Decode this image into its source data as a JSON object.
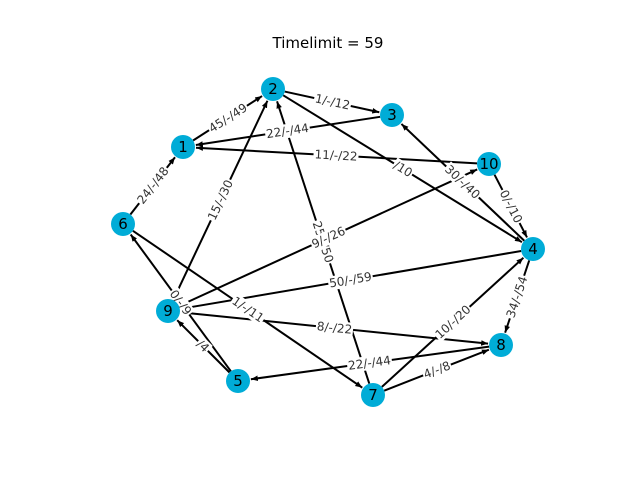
{
  "title": "Timelimit = 59",
  "colors": {
    "node_fill": "#00acd7",
    "edge": "#000000",
    "label_bg": "#ffffff",
    "label_text": "#333333"
  },
  "graph": {
    "nodes": [
      {
        "id": "1",
        "label": "1"
      },
      {
        "id": "2",
        "label": "2"
      },
      {
        "id": "3",
        "label": "3"
      },
      {
        "id": "4",
        "label": "4"
      },
      {
        "id": "5",
        "label": "5"
      },
      {
        "id": "6",
        "label": "6"
      },
      {
        "id": "7",
        "label": "7"
      },
      {
        "id": "8",
        "label": "8"
      },
      {
        "id": "9",
        "label": "9"
      },
      {
        "id": "10",
        "label": "10"
      }
    ],
    "edges": [
      {
        "from": "2",
        "to": "3",
        "label": "1/-/12"
      },
      {
        "from": "3",
        "to": "1",
        "label": "22/-/44"
      },
      {
        "from": "1",
        "to": "2",
        "label": "45/-/49"
      },
      {
        "from": "2",
        "to": "4",
        "label": "/10"
      },
      {
        "from": "10",
        "to": "1",
        "label": "11/-/22"
      },
      {
        "from": "9",
        "to": "2",
        "label": "15/-/30"
      },
      {
        "from": "7",
        "to": "2",
        "label": "25/-/50"
      },
      {
        "from": "4",
        "to": "3",
        "label": "30/-/40"
      },
      {
        "from": "10",
        "to": "4",
        "label": "0/-/10"
      },
      {
        "from": "6",
        "to": "1",
        "label": "24/-/48"
      },
      {
        "from": "9",
        "to": "10",
        "label": "9/-/26"
      },
      {
        "from": "5",
        "to": "6",
        "label": "0/-/9"
      },
      {
        "from": "6",
        "to": "7",
        "label": "1/-/11"
      },
      {
        "from": "9",
        "to": "8",
        "label": "8/-/22"
      },
      {
        "from": "4",
        "to": "9",
        "label": "50/-/59"
      },
      {
        "from": "8",
        "to": "5",
        "label": "22/-/44"
      },
      {
        "from": "7",
        "to": "8",
        "label": "4/-/8"
      },
      {
        "from": "7",
        "to": "4",
        "label": "10/-/20"
      },
      {
        "from": "4",
        "to": "8",
        "label": "34/-/54"
      },
      {
        "from": "5",
        "to": "9",
        "label": "/4"
      }
    ]
  }
}
